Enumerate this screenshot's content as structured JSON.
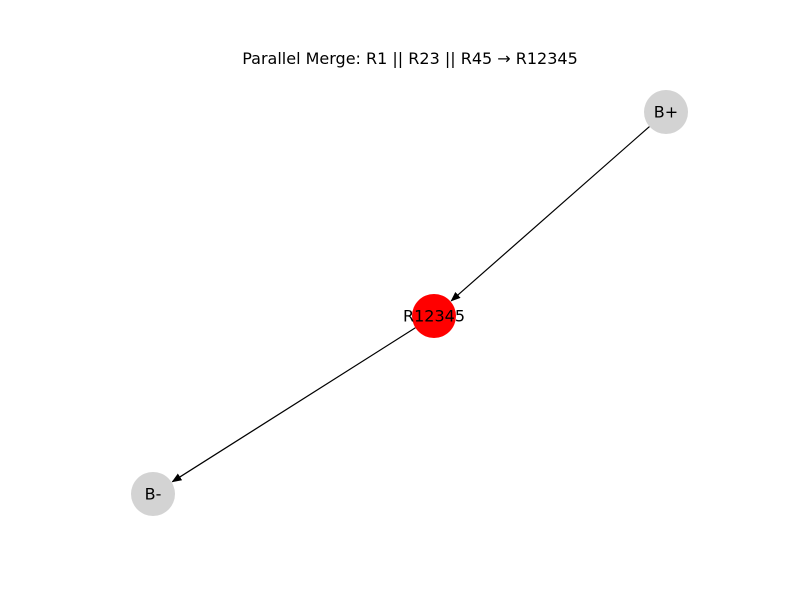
{
  "title": "Parallel Merge: R1 || R23 || R45 → R12345",
  "colors": {
    "merged_node": "#ff0000",
    "terminal_node": "#d3d3d3",
    "edge": "#000000"
  },
  "nodes": [
    {
      "id": "bplus",
      "label": "B+",
      "role": "terminal"
    },
    {
      "id": "r12345",
      "label": "R12345",
      "role": "merged"
    },
    {
      "id": "bminus",
      "label": "B-",
      "role": "terminal"
    }
  ],
  "edges": [
    {
      "from": "bplus",
      "to": "r12345"
    },
    {
      "from": "r12345",
      "to": "bminus"
    }
  ]
}
